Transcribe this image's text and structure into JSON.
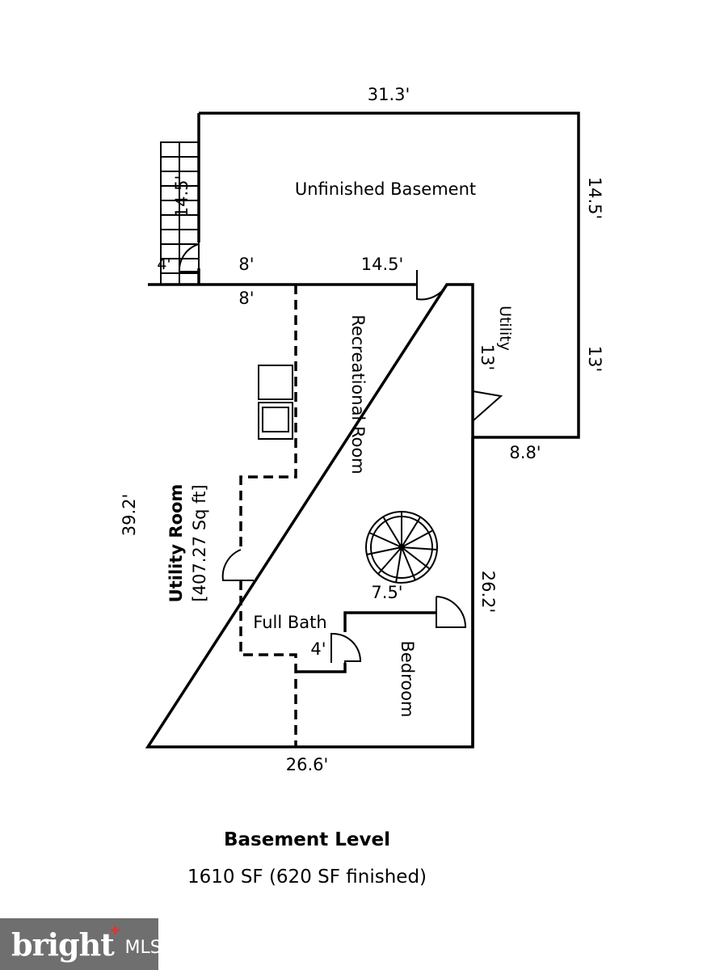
{
  "rooms": {
    "unfinished_basement": "Unfinished Basement",
    "recreational_room": "Recreational Room",
    "utility_right": "Utility",
    "utility_room_name": "Utility Room",
    "utility_room_area": "[407.27 Sq ft]",
    "full_bath": "Full Bath",
    "bedroom": "Bedroom"
  },
  "dimensions": {
    "top_width": "31.3'",
    "right_upper": "14.5'",
    "stair_length": "14.5'",
    "stair_small": "4'",
    "door_8_upper": "8'",
    "door_8_lower": "8'",
    "mid_wall": "14.5'",
    "utility_height_inner": "13'",
    "utility_height_outer": "13'",
    "utility_bottom": "8.8'",
    "left_height": "39.2'",
    "right_lower": "26.2'",
    "spiral": "7.5'",
    "bath_small": "4'",
    "bottom_width": "26.6'"
  },
  "footer": {
    "level_title": "Basement Level",
    "level_area": "1610 SF (620 SF finished)"
  },
  "logo": {
    "word": "bright",
    "suffix": "MLS",
    "accent_color": "#e5322d"
  }
}
